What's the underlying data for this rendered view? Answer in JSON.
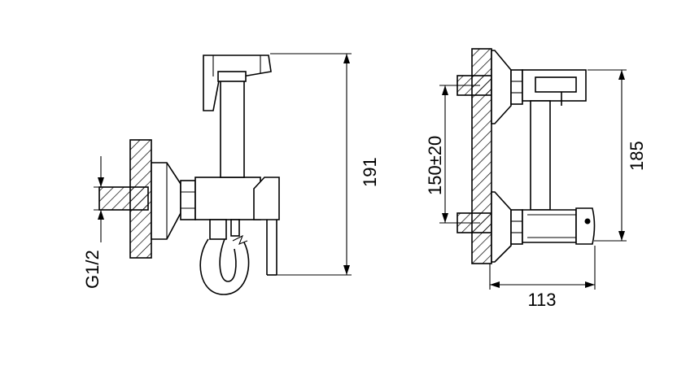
{
  "dimensions": {
    "thread": "G1/2",
    "left_height": "191",
    "center_distance": "150±20",
    "right_height": "185",
    "right_width": "113"
  }
}
